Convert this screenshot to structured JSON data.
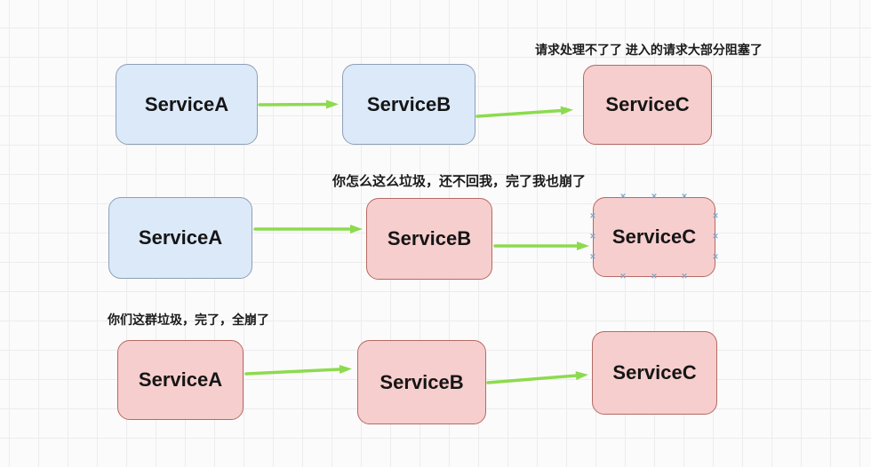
{
  "palette": {
    "canvas_bg": "#fcfbfb",
    "grid_line": "#ececec",
    "blue_fill": "#dbe9f9",
    "blue_stroke": "#8e9fb8",
    "red_fill": "#f6cecd",
    "red_stroke": "#b56a64",
    "arrow_green": "#8cdb4e",
    "node_text": "#151515",
    "annotation_text": "#1a1a1a",
    "connection_point": "#7fa6c9"
  },
  "connection_point_glyph": "×",
  "rows": [
    {
      "annotation": "请求处理不了了 进入的请求大部分阻塞了",
      "nodes": [
        {
          "label": "ServiceA",
          "status": "normal"
        },
        {
          "label": "ServiceB",
          "status": "normal"
        },
        {
          "label": "ServiceC",
          "status": "crashed"
        }
      ]
    },
    {
      "annotation": "你怎么这么垃圾，还不回我，完了我也崩了",
      "nodes": [
        {
          "label": "ServiceA",
          "status": "normal"
        },
        {
          "label": "ServiceB",
          "status": "crashed"
        },
        {
          "label": "ServiceC",
          "status": "crashed",
          "selected": true
        }
      ]
    },
    {
      "annotation": "你们这群垃圾，完了，全崩了",
      "nodes": [
        {
          "label": "ServiceA",
          "status": "crashed"
        },
        {
          "label": "ServiceB",
          "status": "crashed"
        },
        {
          "label": "ServiceC",
          "status": "crashed"
        }
      ]
    }
  ]
}
